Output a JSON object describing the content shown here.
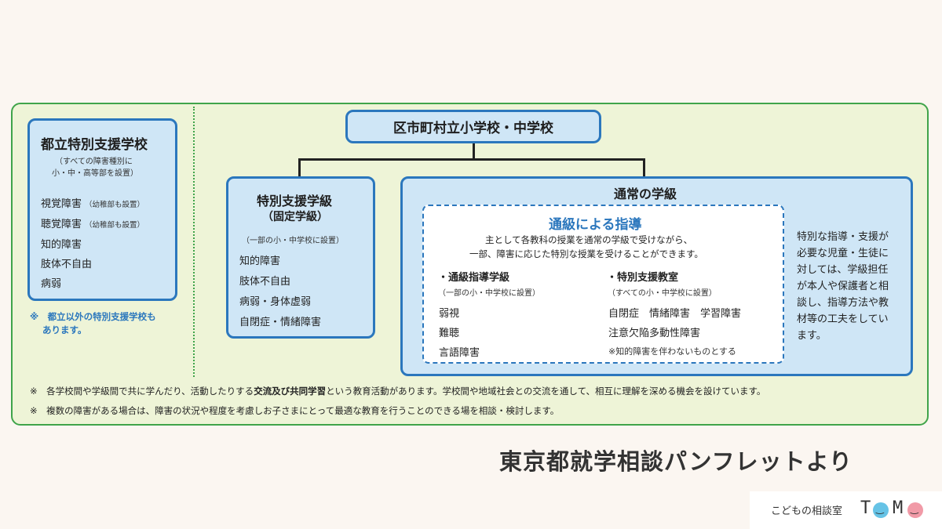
{
  "top_box": {
    "title": "区市町村立小学校・中学校"
  },
  "tokubetsu_school": {
    "title": "都立特別支援学校",
    "sub_line1": "（すべての障害種別に",
    "sub_line2": "小・中・高等部を設置）",
    "items": [
      {
        "label": "視覚障害",
        "note": "（幼稚部も設置）"
      },
      {
        "label": "聴覚障害",
        "note": "（幼稚部も設置）"
      },
      {
        "label": "知的障害",
        "note": ""
      },
      {
        "label": "肢体不自由",
        "note": ""
      },
      {
        "label": "病弱",
        "note": ""
      }
    ],
    "note_line1": "※　都立以外の特別支援学校も",
    "note_line2": "あります。"
  },
  "tokubetsu_class": {
    "title": "特別支援学級",
    "subtitle": "（固定学級）",
    "sub": "（一部の小・中学校に設置）",
    "items": [
      "知的障害",
      "肢体不自由",
      "病弱・身体虚弱",
      "自閉症・情緒障害"
    ]
  },
  "regular_class": {
    "title": "通常の学級",
    "side_text": [
      "特別な指導・支援が",
      "必要な児童・生徒に",
      "対しては、学級担任",
      "が本人や保護者と相",
      "談し、指導方法や教",
      "材等の工夫をしてい",
      "ます。"
    ]
  },
  "tsukyu": {
    "title": "通級による指導",
    "desc_line1": "主として各教科の授業を通常の学級で受けながら、",
    "desc_line2": "一部、障害に応じた特別な授業を受けることができます。",
    "left": {
      "heading": "・通級指導学級",
      "sub": "（一部の小・中学校に設置）",
      "items": [
        "弱視",
        "難聴",
        "言語障害"
      ]
    },
    "right": {
      "heading": "・特別支援教室",
      "sub": "（すべての小・中学校に設置）",
      "items": [
        "自閉症　情緒障害　学習障害",
        "注意欠陥多動性障害",
        "※知的障害を伴わないものとする"
      ]
    }
  },
  "footnotes": {
    "f1_pre": "※　各学校間や学級間で共に学んだり、活動したりする",
    "f1_bold": "交流及び共同学習",
    "f1_post": "という教育活動があります。学校間や地域社会との交流を通して、相互に理解を深める機会を設けています。",
    "f2": "※　複数の障害がある場合は、障害の状況や程度を考慮しお子さまにとって最適な教育を行うことのできる場を相談・検討します。"
  },
  "credit": "東京都就学相談パンフレットより",
  "logo": {
    "text": "こどもの相談室",
    "t": "T",
    "m": "M"
  }
}
